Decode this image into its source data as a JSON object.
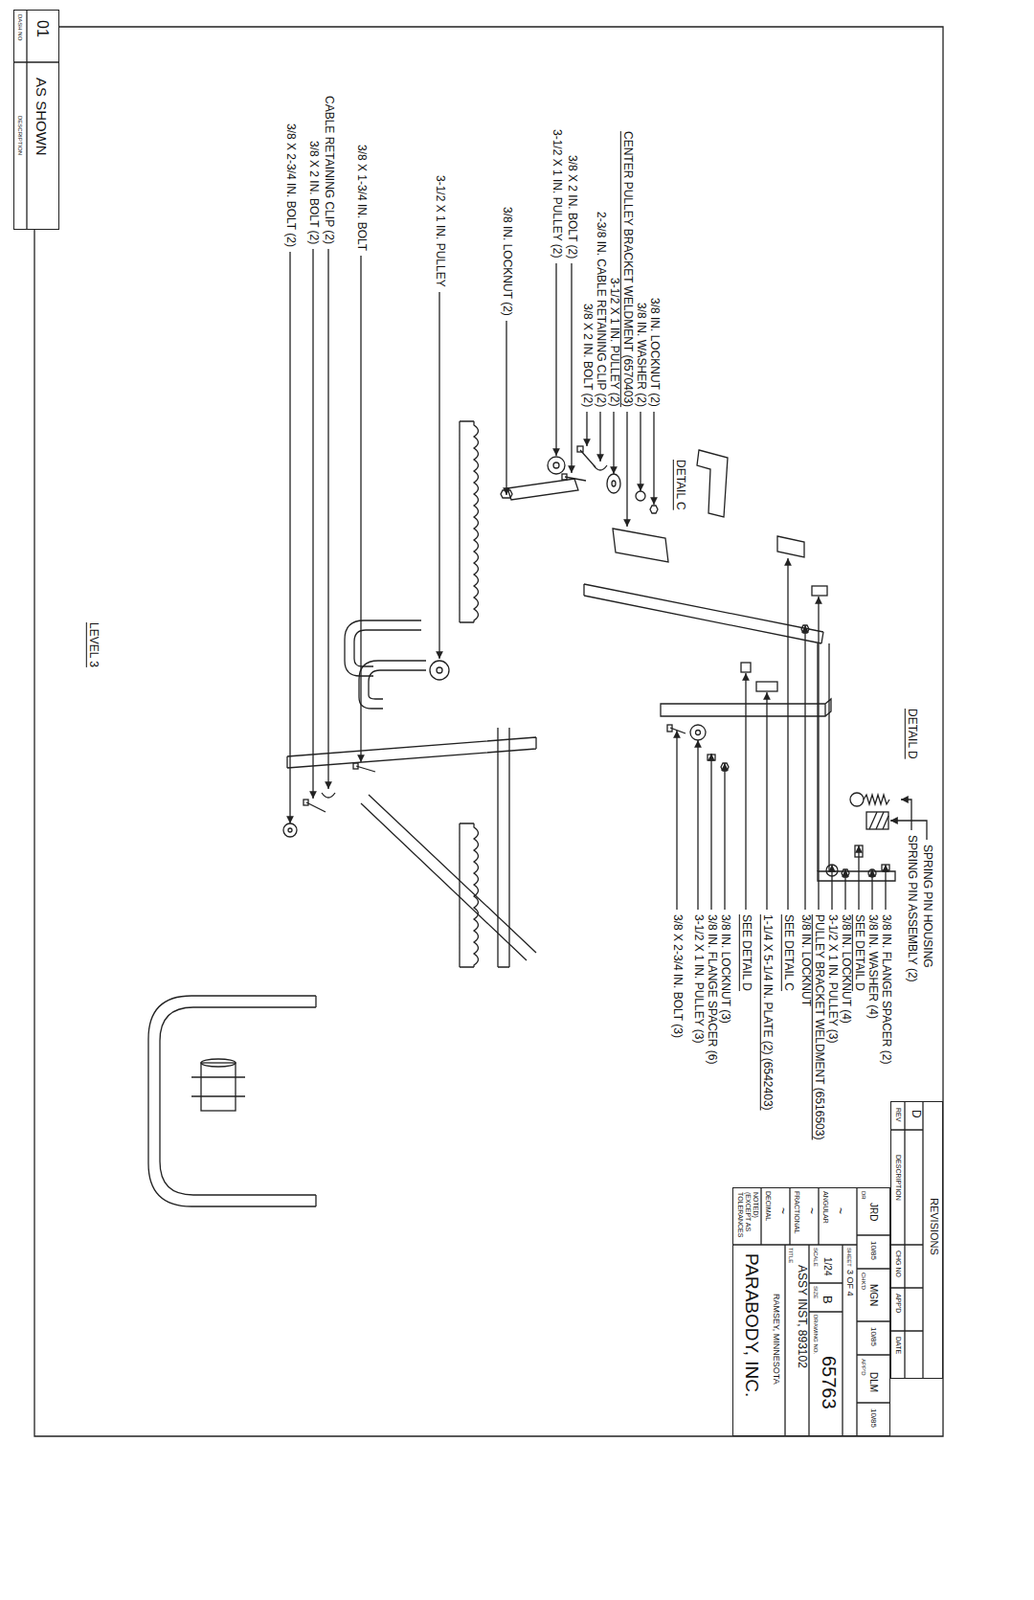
{
  "diagram": {
    "nodes": [
      {
        "text": [
          "DASH NO",
          "DESCRIPTION",
          "01",
          "AS SHOWN"
        ]
      },
      {
        "text": [
          "REVISIONS",
          "REV",
          "DESCRIPTION",
          "CHG NO",
          "APP'D",
          "DATE",
          "D"
        ]
      },
      {
        "text": [
          "TOLERANCES (EXCEPT AS NOTED)",
          "DECIMAL",
          "~",
          "FRACTIONAL",
          "~",
          "ANGULAR",
          "~",
          "PARABODY, INC.",
          "RAMSEY, MINNESOTA",
          "TITLE",
          "ASSY INST, 893102",
          "SCALE",
          "1/24",
          "SIZE",
          "B",
          "DRAWING NO.",
          "65763",
          "SHEET",
          "3 OF 4",
          "DR",
          "JRD",
          "10/85",
          "CHK'D",
          "MGN",
          "10/85",
          "APP'D",
          "DLM",
          "10/85"
        ]
      }
    ],
    "labels": [
      "3/8 X 2 IN. BOLT (2)",
      "2-3/8 IN. CABLE RETAINING CLIP (2)",
      "3-1/2 X 1 IN. PULLEY (2)",
      "CENTER PULLEY BRACKET WELDMENT (6570403)",
      "3/8 IN. WASHER (2)",
      "3/8 IN. LOCKNUT (2)",
      "DETAIL C",
      "DETAIL D",
      "SPRING PIN ASSEMBLY (2)",
      "SPRING PIN HOUSING",
      "3/8 X 2 IN. BOLT (2)",
      "3-1/2 X 1 IN. PULLEY (2)",
      "3/8 IN. LOCKNUT (2)",
      "3-1/2 X 1 IN. PULLEY",
      "3/8 X 1-3/4 IN. BOLT",
      "3/8 X 2 IN. BOLT (2)",
      "CABLE RETAINING CLIP (2)",
      "3/8 X 2-3/4 IN. BOLT (2)",
      "LEVEL 3",
      "3/8 X 2-3/4 IN. BOLT (3)",
      "3-1/2 X 1 IN. PULLEY (3)",
      "3/8 IN. FLANGE SPACER (6)",
      "3/8 IN. LOCKNUT (3)",
      "SEE DETAIL D",
      "1-1/4 X 5-1/4 IN. PLATE (2) (6542403)",
      "SEE DETAIL C",
      "3/8 IN. LOCKNUT",
      "PULLEY BRACKET WELDMENT (6516503)",
      "3-1/2 X 1 IN. PULLEY (3)",
      "3/8 IN. LOCKNUT (4)",
      "SEE DETAIL D",
      "3/8 IN. WASHER (4)",
      "3/8 IN. FLANGE SPACER (2)"
    ]
  }
}
